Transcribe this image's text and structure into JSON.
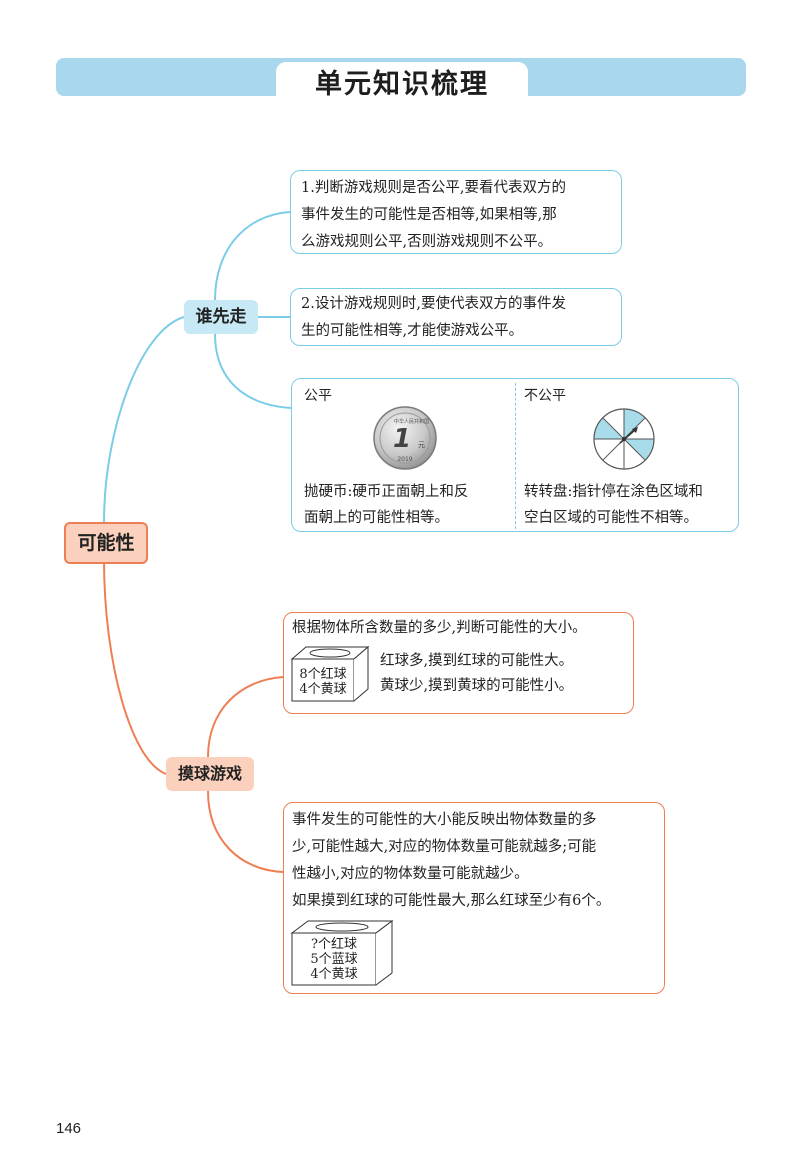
{
  "title": "单元知识梳理",
  "root": "可能性",
  "branches": {
    "first": {
      "label": "谁先走",
      "rule1": [
        "1.判断游戏规则是否公平,要看代表双方的",
        "事件发生的可能性是否相等,如果相等,那",
        "么游戏规则公平,否则游戏规则不公平。"
      ],
      "rule2": [
        "2.设计游戏规则时,要使代表双方的事件发",
        "生的可能性相等,才能使游戏公平。"
      ],
      "fair": {
        "label": "公平",
        "caption": [
          "抛硬币:硬币正面朝上和反",
          "面朝上的可能性相等。"
        ]
      },
      "unfair": {
        "label": "不公平",
        "caption": [
          "转转盘:指针停在涂色区域和",
          "空白区域的可能性不相等。"
        ]
      },
      "coin": {
        "digit": "1",
        "char": "元",
        "rim_text": "中华人民共和国",
        "year": "2019"
      }
    },
    "second": {
      "label": "摸球游戏",
      "judge": "根据物体所含数量的多少,判断可能性的大小。",
      "box_a": [
        "8个红球",
        "4个黄球"
      ],
      "results": [
        "红球多,摸到红球的可能性大。",
        "黄球少,摸到黄球的可能性小。"
      ],
      "reflect": [
        "事件发生的可能性的大小能反映出物体数量的多",
        "少,可能性越大,对应的物体数量可能就越多;可能",
        "性越小,对应的物体数量可能就越少。",
        "如果摸到红球的可能性最大,那么红球至少有6个。"
      ],
      "box_b": [
        "?个红球",
        "5个蓝球",
        "4个黄球"
      ]
    }
  },
  "page_number": "146",
  "colors": {
    "blue": "#7ccce8",
    "orange": "#ee7f55",
    "light_blue": "#c6e9f5",
    "light_orange": "#fbd1bd",
    "banner": "#a9d8ee"
  }
}
